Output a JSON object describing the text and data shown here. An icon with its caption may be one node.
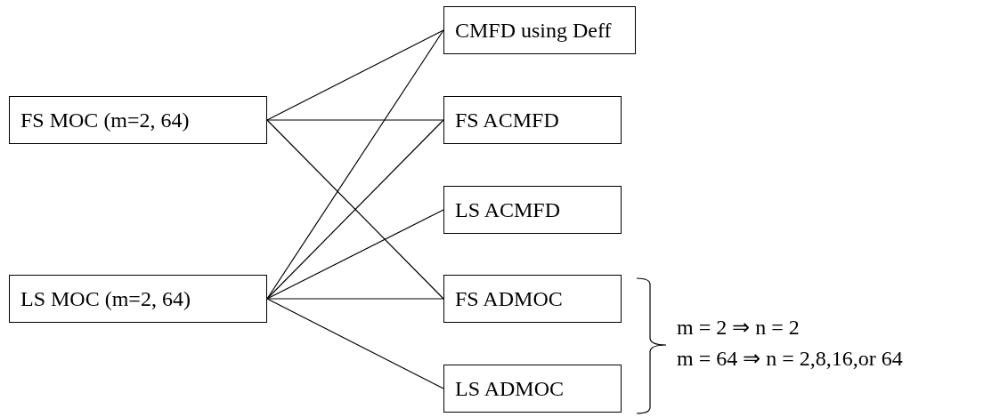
{
  "diagram": {
    "nodes": [
      {
        "text": [
          "CMFD using Deff"
        ]
      },
      {
        "text": [
          "FS MOC (m=2, 64)"
        ]
      },
      {
        "text": [
          "FS ACMFD"
        ]
      },
      {
        "text": [
          "LS ACMFD"
        ]
      },
      {
        "text": [
          "LS MOC (m=2, 64)"
        ]
      },
      {
        "text": [
          "FS ADMOC"
        ]
      },
      {
        "text": [
          "LS ADMOC"
        ]
      }
    ],
    "edges": [
      {
        "from": 1,
        "to": 0,
        "arrow": "none"
      },
      {
        "from": 1,
        "to": 2,
        "arrow": "none"
      },
      {
        "from": 1,
        "to": 5,
        "arrow": "none"
      },
      {
        "from": 4,
        "to": 0,
        "arrow": "none"
      },
      {
        "from": 4,
        "to": 2,
        "arrow": "none"
      },
      {
        "from": 4,
        "to": 3,
        "arrow": "none"
      },
      {
        "from": 4,
        "to": 5,
        "arrow": "none"
      },
      {
        "from": 4,
        "to": 6,
        "arrow": "none"
      }
    ],
    "labels": [
      "m = 2 ⇒ n = 2",
      "m = 64 ⇒ n = 2,8,16,or 64"
    ]
  }
}
